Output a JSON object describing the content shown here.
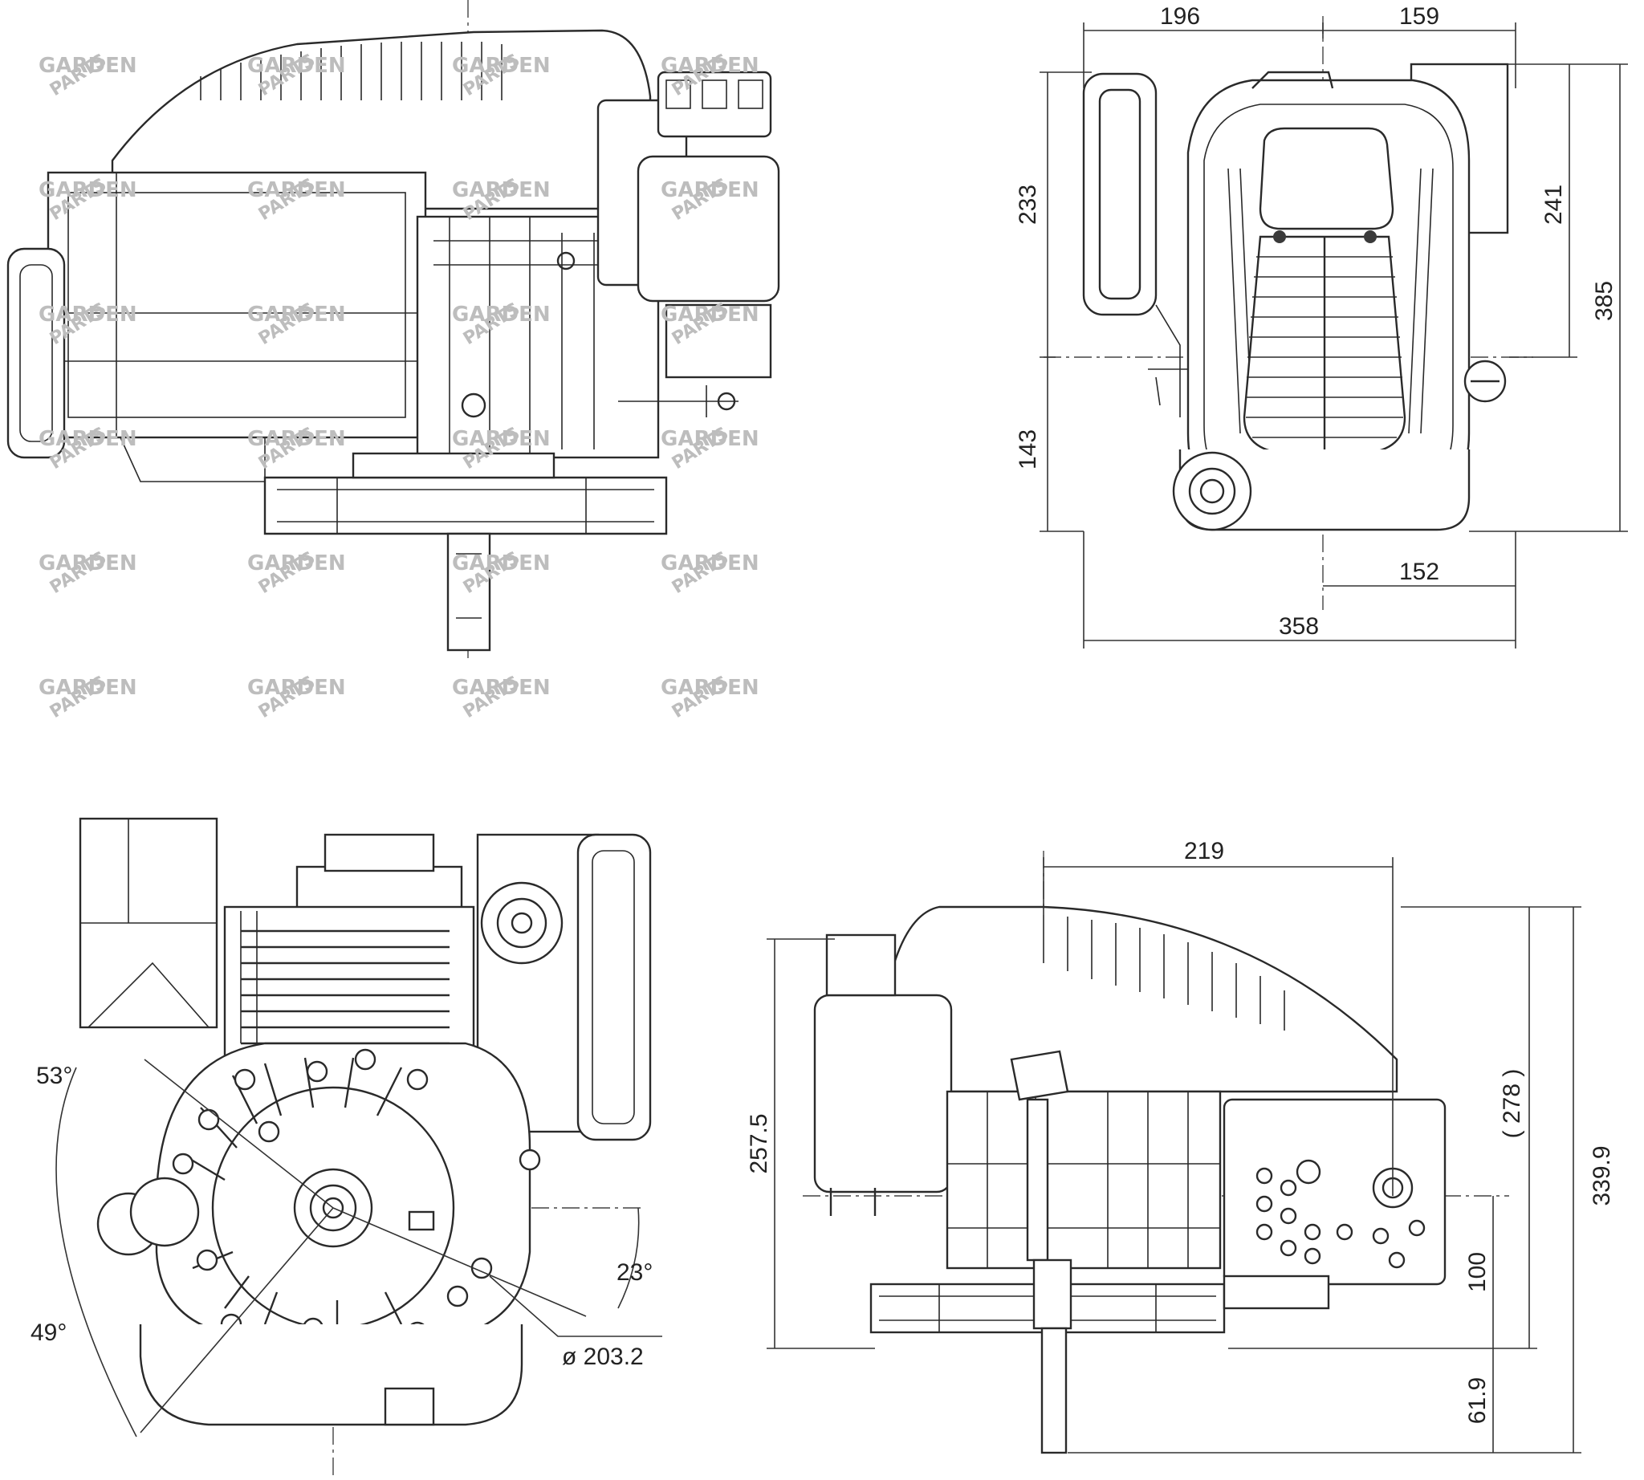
{
  "watermark": {
    "line1": "GARDEN",
    "line2": "PARTS"
  },
  "views": {
    "side_view": {},
    "top_view": {
      "dims": {
        "d196": "196",
        "d159": "159",
        "d233": "233",
        "d241": "241",
        "d385": "385",
        "d143": "143",
        "d152": "152",
        "d358": "358"
      }
    },
    "bottom_view": {
      "dims": {
        "a53": "53°",
        "a23": "23°",
        "a49": "49°",
        "dia": "ø 203.2"
      }
    },
    "front_view": {
      "dims": {
        "d219": "219",
        "d257": "257.5",
        "d278": "( 278 )",
        "d339": "339.9",
        "d100": "100",
        "d61": "61.9"
      }
    }
  },
  "colors": {
    "line": "#2a2a2a",
    "watermark": "#bdbdbd",
    "background": "#ffffff"
  }
}
